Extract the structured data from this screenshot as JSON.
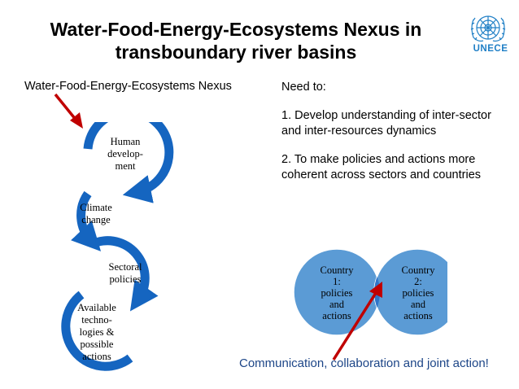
{
  "slide": {
    "title_line1": "Water-Food-Energy-Ecosystems Nexus in",
    "title_line2": "transboundary river basins",
    "logo_text": "UNECE",
    "nexus_label": "Water-Food-Energy-Ecosystems Nexus",
    "need_to": {
      "heading": "Need to:",
      "point1": "1. Develop understanding of inter-sector and inter-resources dynamics",
      "point2": "2. To make policies and actions more coherent across sectors and countries"
    },
    "cycle": {
      "step1_l1": "Human",
      "step1_l2": "develop-",
      "step1_l3": "ment",
      "step2_l1": "Climate",
      "step2_l2": "change",
      "step3_l1": "Sectoral",
      "step3_l2": "policies",
      "step4_l1": "Available",
      "step4_l2": "techno-",
      "step4_l3": "logies &",
      "step4_l4": "possible",
      "step4_l5": "actions"
    },
    "venn": {
      "country1_l1": "Country",
      "country1_l2": "1:",
      "country1_l3": "policies",
      "country1_l4": "and",
      "country1_l5": "actions",
      "country2_l1": "Country",
      "country2_l2": "2:",
      "country2_l3": "policies",
      "country2_l4": "and",
      "country2_l5": "actions"
    },
    "communication": "Communication, collaboration and joint action!"
  },
  "colors": {
    "arc_blue": "#1565c0",
    "venn_fill": "#5b9bd5",
    "venn_overlap": "#2e75c9",
    "arrow_red": "#c00000",
    "comm_text": "#1c4587",
    "logo_blue": "#1f7fc6"
  }
}
